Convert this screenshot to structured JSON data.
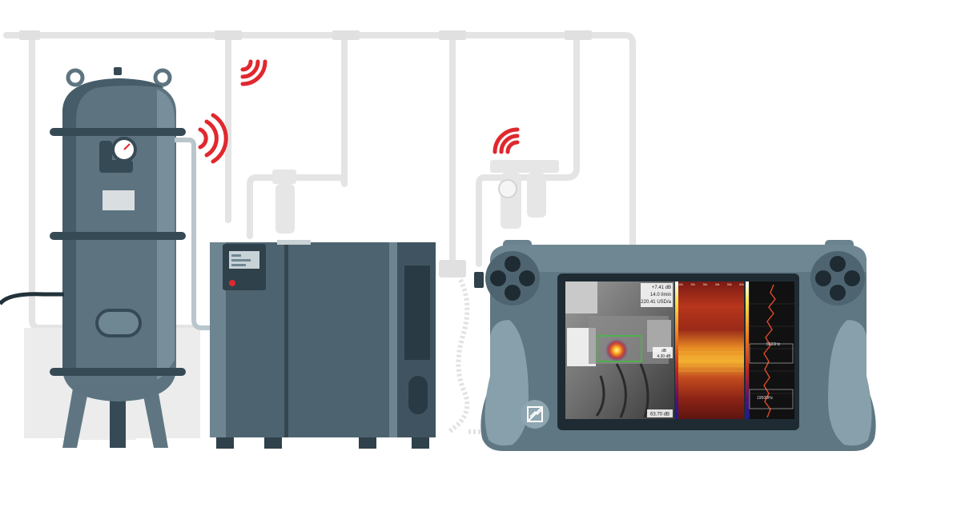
{
  "colors": {
    "background": "#ffffff",
    "piping": "#e2e2e2",
    "piping_fill": "#ececec",
    "tank_body": "#5d7480",
    "tank_dark": "#364a55",
    "compressor_body": "#4d6470",
    "compressor_dark": "#2f414b",
    "device_shell": "#5f7783",
    "device_grip": "#87a0ab",
    "device_screen_bezel": "#1f2b33",
    "signal_red": "#e0282e",
    "spectrogram_hot": "#f2a12a"
  },
  "icons": {
    "signal_waves": "wifi-signal-icon",
    "gauge": "pressure-gauge-icon",
    "logo": "camera-logo-icon",
    "dpad": "dpad-icon"
  },
  "screen": {
    "readout_1": "+7.41 dB",
    "readout_2": "14.0 l/min",
    "readout_3": "220.41 USD/a",
    "box_label_1": "dB",
    "box_label_2": "4.30 dB",
    "level_bottom": "63.70 dB",
    "spectro_tag": "",
    "freq_label_top": "5500Hz",
    "freq_label_bottom": "19500Hz",
    "freq_ticks": [
      "10k",
      "20k",
      "30k",
      "40k",
      "50k",
      "60k"
    ]
  }
}
